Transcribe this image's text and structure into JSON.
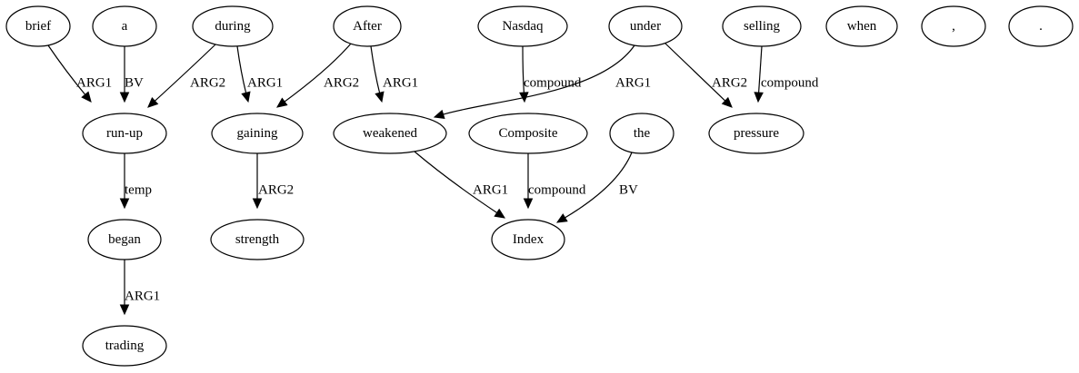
{
  "nodes": {
    "brief": "brief",
    "a": "a",
    "during": "during",
    "after": "After",
    "nasdaq": "Nasdaq",
    "under": "under",
    "selling": "selling",
    "when": "when",
    "comma": ",",
    "period": ".",
    "run_up": "run-up",
    "gaining": "gaining",
    "weakened": "weakened",
    "composite": "Composite",
    "the": "the",
    "pressure": "pressure",
    "began": "began",
    "strength": "strength",
    "index": "Index",
    "trading": "trading"
  },
  "edges": [
    {
      "from": "brief",
      "to": "run_up",
      "label": "ARG1"
    },
    {
      "from": "a",
      "to": "run_up",
      "label": "BV"
    },
    {
      "from": "during",
      "to": "run_up",
      "label": "ARG2"
    },
    {
      "from": "during",
      "to": "gaining",
      "label": "ARG1"
    },
    {
      "from": "after",
      "to": "gaining",
      "label": "ARG2"
    },
    {
      "from": "after",
      "to": "weakened",
      "label": "ARG1"
    },
    {
      "from": "nasdaq",
      "to": "composite",
      "label": "compound"
    },
    {
      "from": "under",
      "to": "weakened",
      "label": "ARG1"
    },
    {
      "from": "under",
      "to": "pressure",
      "label": "ARG2"
    },
    {
      "from": "selling",
      "to": "pressure",
      "label": "compound"
    },
    {
      "from": "run_up",
      "to": "began",
      "label": "temp"
    },
    {
      "from": "gaining",
      "to": "strength",
      "label": "ARG2"
    },
    {
      "from": "weakened",
      "to": "index",
      "label": "ARG1"
    },
    {
      "from": "composite",
      "to": "index",
      "label": "compound"
    },
    {
      "from": "the",
      "to": "index",
      "label": "BV"
    },
    {
      "from": "began",
      "to": "trading",
      "label": "ARG1"
    }
  ]
}
